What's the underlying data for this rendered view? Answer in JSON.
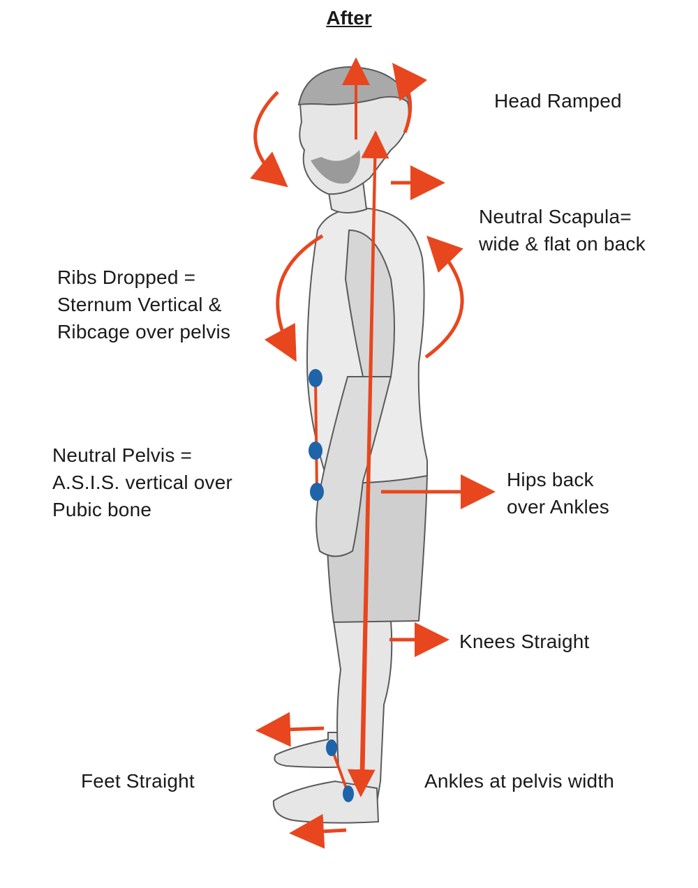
{
  "title": "After",
  "labels": {
    "head": [
      "Head Ramped"
    ],
    "scapula": [
      "Neutral Scapula=",
      "wide & flat on back"
    ],
    "ribs": [
      "Ribs Dropped =",
      "Sternum Vertical &",
      "Ribcage over pelvis"
    ],
    "pelvis": [
      "Neutral Pelvis =",
      "A.S.I.S. vertical  over",
      "Pubic bone"
    ],
    "hips": [
      "Hips back",
      "over Ankles"
    ],
    "knees": [
      "Knees Straight"
    ],
    "feet": [
      "Feet Straight"
    ],
    "ankles": [
      "Ankles at pelvis width"
    ]
  },
  "colors": {
    "arrow": "#e8461e",
    "marker": "#1f63a8",
    "figure_fill": "#e6e6e6",
    "figure_stroke": "#5a5a5a",
    "figure_dark": "#7d7d7d"
  }
}
